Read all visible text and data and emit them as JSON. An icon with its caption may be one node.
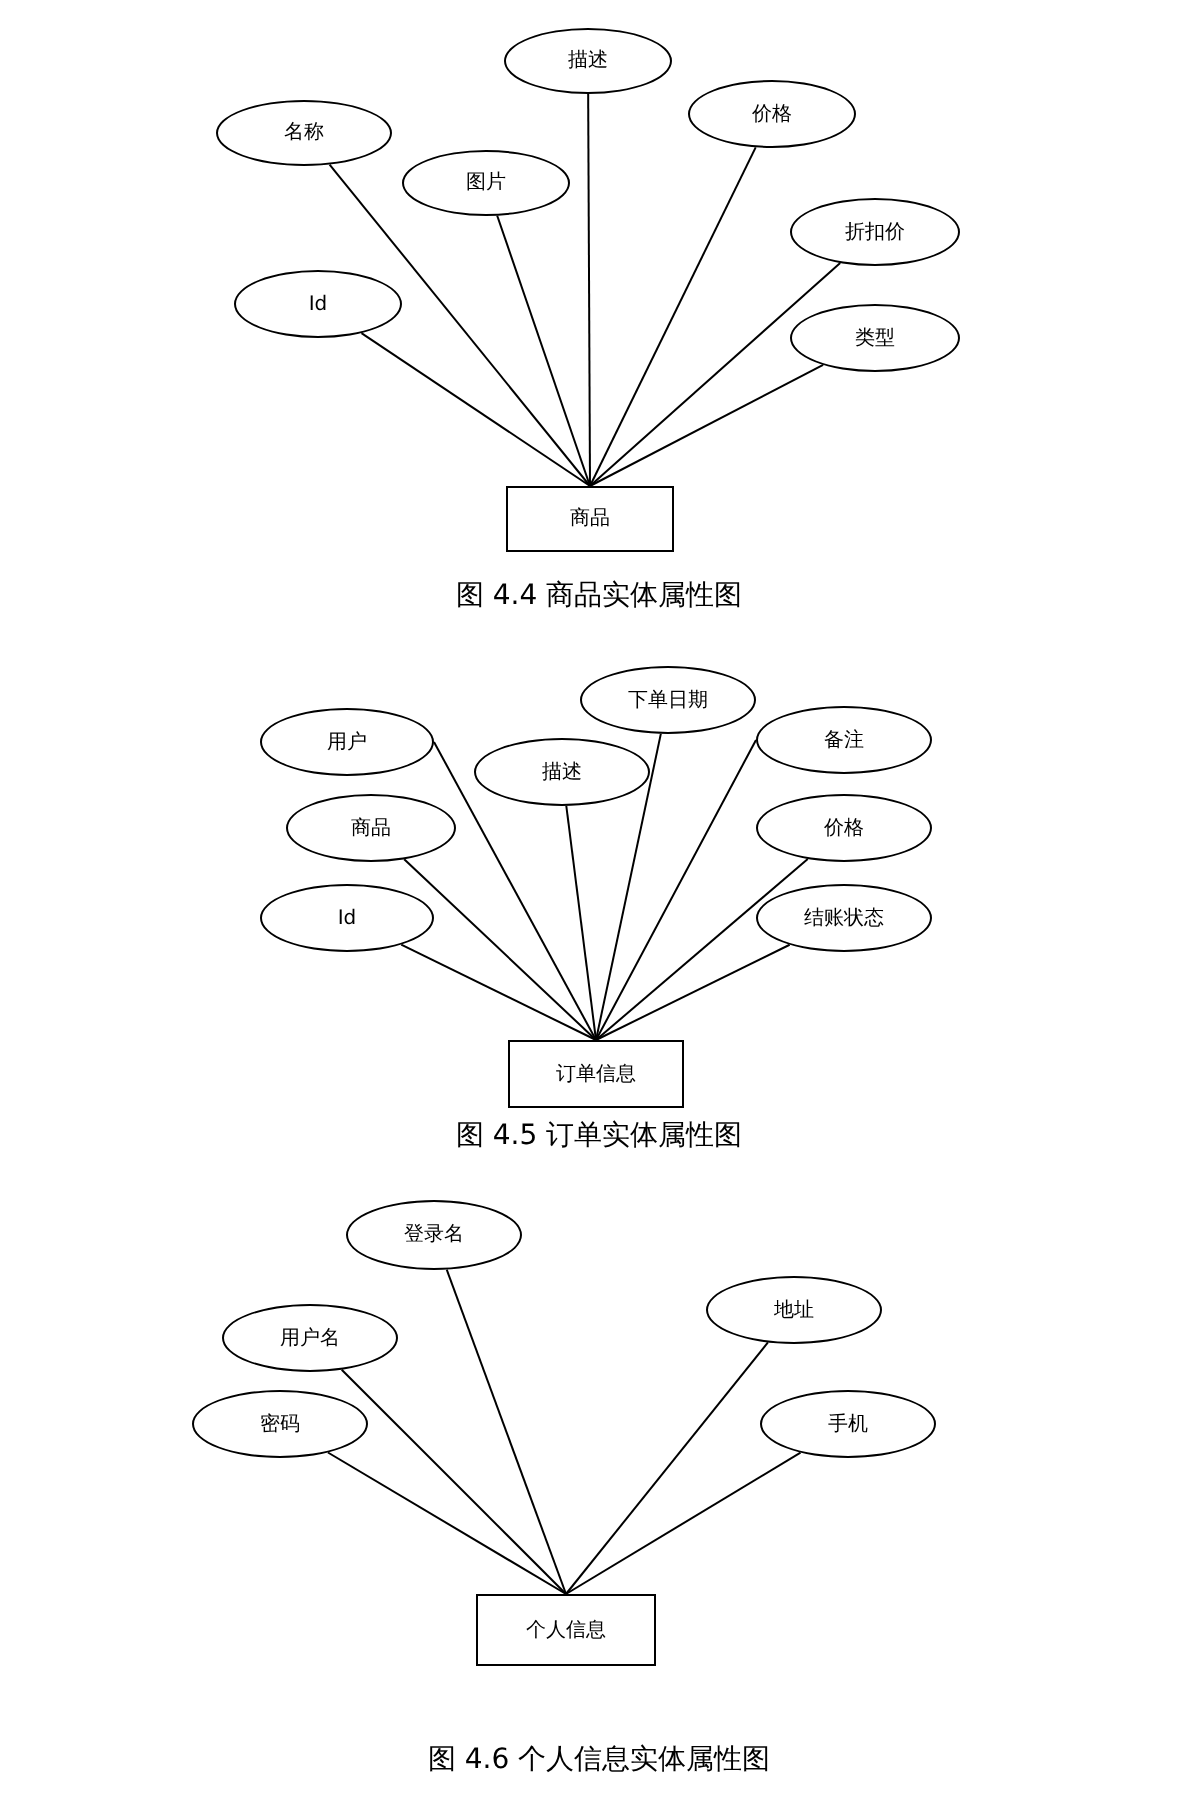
{
  "diagram": {
    "nodes": [
      {
        "text": [
          "描述"
        ]
      },
      {
        "text": [
          "名称"
        ]
      },
      {
        "text": [
          "价格"
        ]
      },
      {
        "text": [
          "图片"
        ]
      },
      {
        "text": [
          "折扣价"
        ]
      },
      {
        "text": [
          "Id"
        ]
      },
      {
        "text": [
          "类型"
        ]
      },
      {
        "text": [
          "商品"
        ]
      },
      {
        "text": [
          "下单日期"
        ]
      },
      {
        "text": [
          "用户"
        ]
      },
      {
        "text": [
          "描述"
        ]
      },
      {
        "text": [
          "备注"
        ]
      },
      {
        "text": [
          "商品"
        ]
      },
      {
        "text": [
          "价格"
        ]
      },
      {
        "text": [
          "Id"
        ]
      },
      {
        "text": [
          "结账状态"
        ]
      },
      {
        "text": [
          "订单信息"
        ]
      },
      {
        "text": [
          "登录名"
        ]
      },
      {
        "text": [
          "地址"
        ]
      },
      {
        "text": [
          "用户名"
        ]
      },
      {
        "text": [
          "密码"
        ]
      },
      {
        "text": [
          "手机"
        ]
      },
      {
        "text": [
          "个人信息"
        ]
      }
    ],
    "edges": [
      {
        "from": 0,
        "to": 7,
        "arrow": "none"
      },
      {
        "from": 1,
        "to": 7,
        "arrow": "none"
      },
      {
        "from": 2,
        "to": 7,
        "arrow": "none"
      },
      {
        "from": 3,
        "to": 7,
        "arrow": "none"
      },
      {
        "from": 4,
        "to": 7,
        "arrow": "none"
      },
      {
        "from": 5,
        "to": 7,
        "arrow": "none"
      },
      {
        "from": 6,
        "to": 7,
        "arrow": "none"
      },
      {
        "from": 8,
        "to": 16,
        "arrow": "none"
      },
      {
        "from": 9,
        "to": 16,
        "arrow": "none"
      },
      {
        "from": 10,
        "to": 16,
        "arrow": "none"
      },
      {
        "from": 11,
        "to": 16,
        "arrow": "none"
      },
      {
        "from": 12,
        "to": 16,
        "arrow": "none"
      },
      {
        "from": 13,
        "to": 16,
        "arrow": "none"
      },
      {
        "from": 14,
        "to": 16,
        "arrow": "none"
      },
      {
        "from": 15,
        "to": 16,
        "arrow": "none"
      },
      {
        "from": 17,
        "to": 22,
        "arrow": "none"
      },
      {
        "from": 18,
        "to": 22,
        "arrow": "none"
      },
      {
        "from": 19,
        "to": 22,
        "arrow": "none"
      },
      {
        "from": 20,
        "to": 22,
        "arrow": "none"
      },
      {
        "from": 21,
        "to": 22,
        "arrow": "none"
      }
    ],
    "labels": [
      "图 4.4 商品实体属性图",
      "图 4.5 订单实体属性图",
      "图 4.6 个人信息实体属性图"
    ]
  }
}
